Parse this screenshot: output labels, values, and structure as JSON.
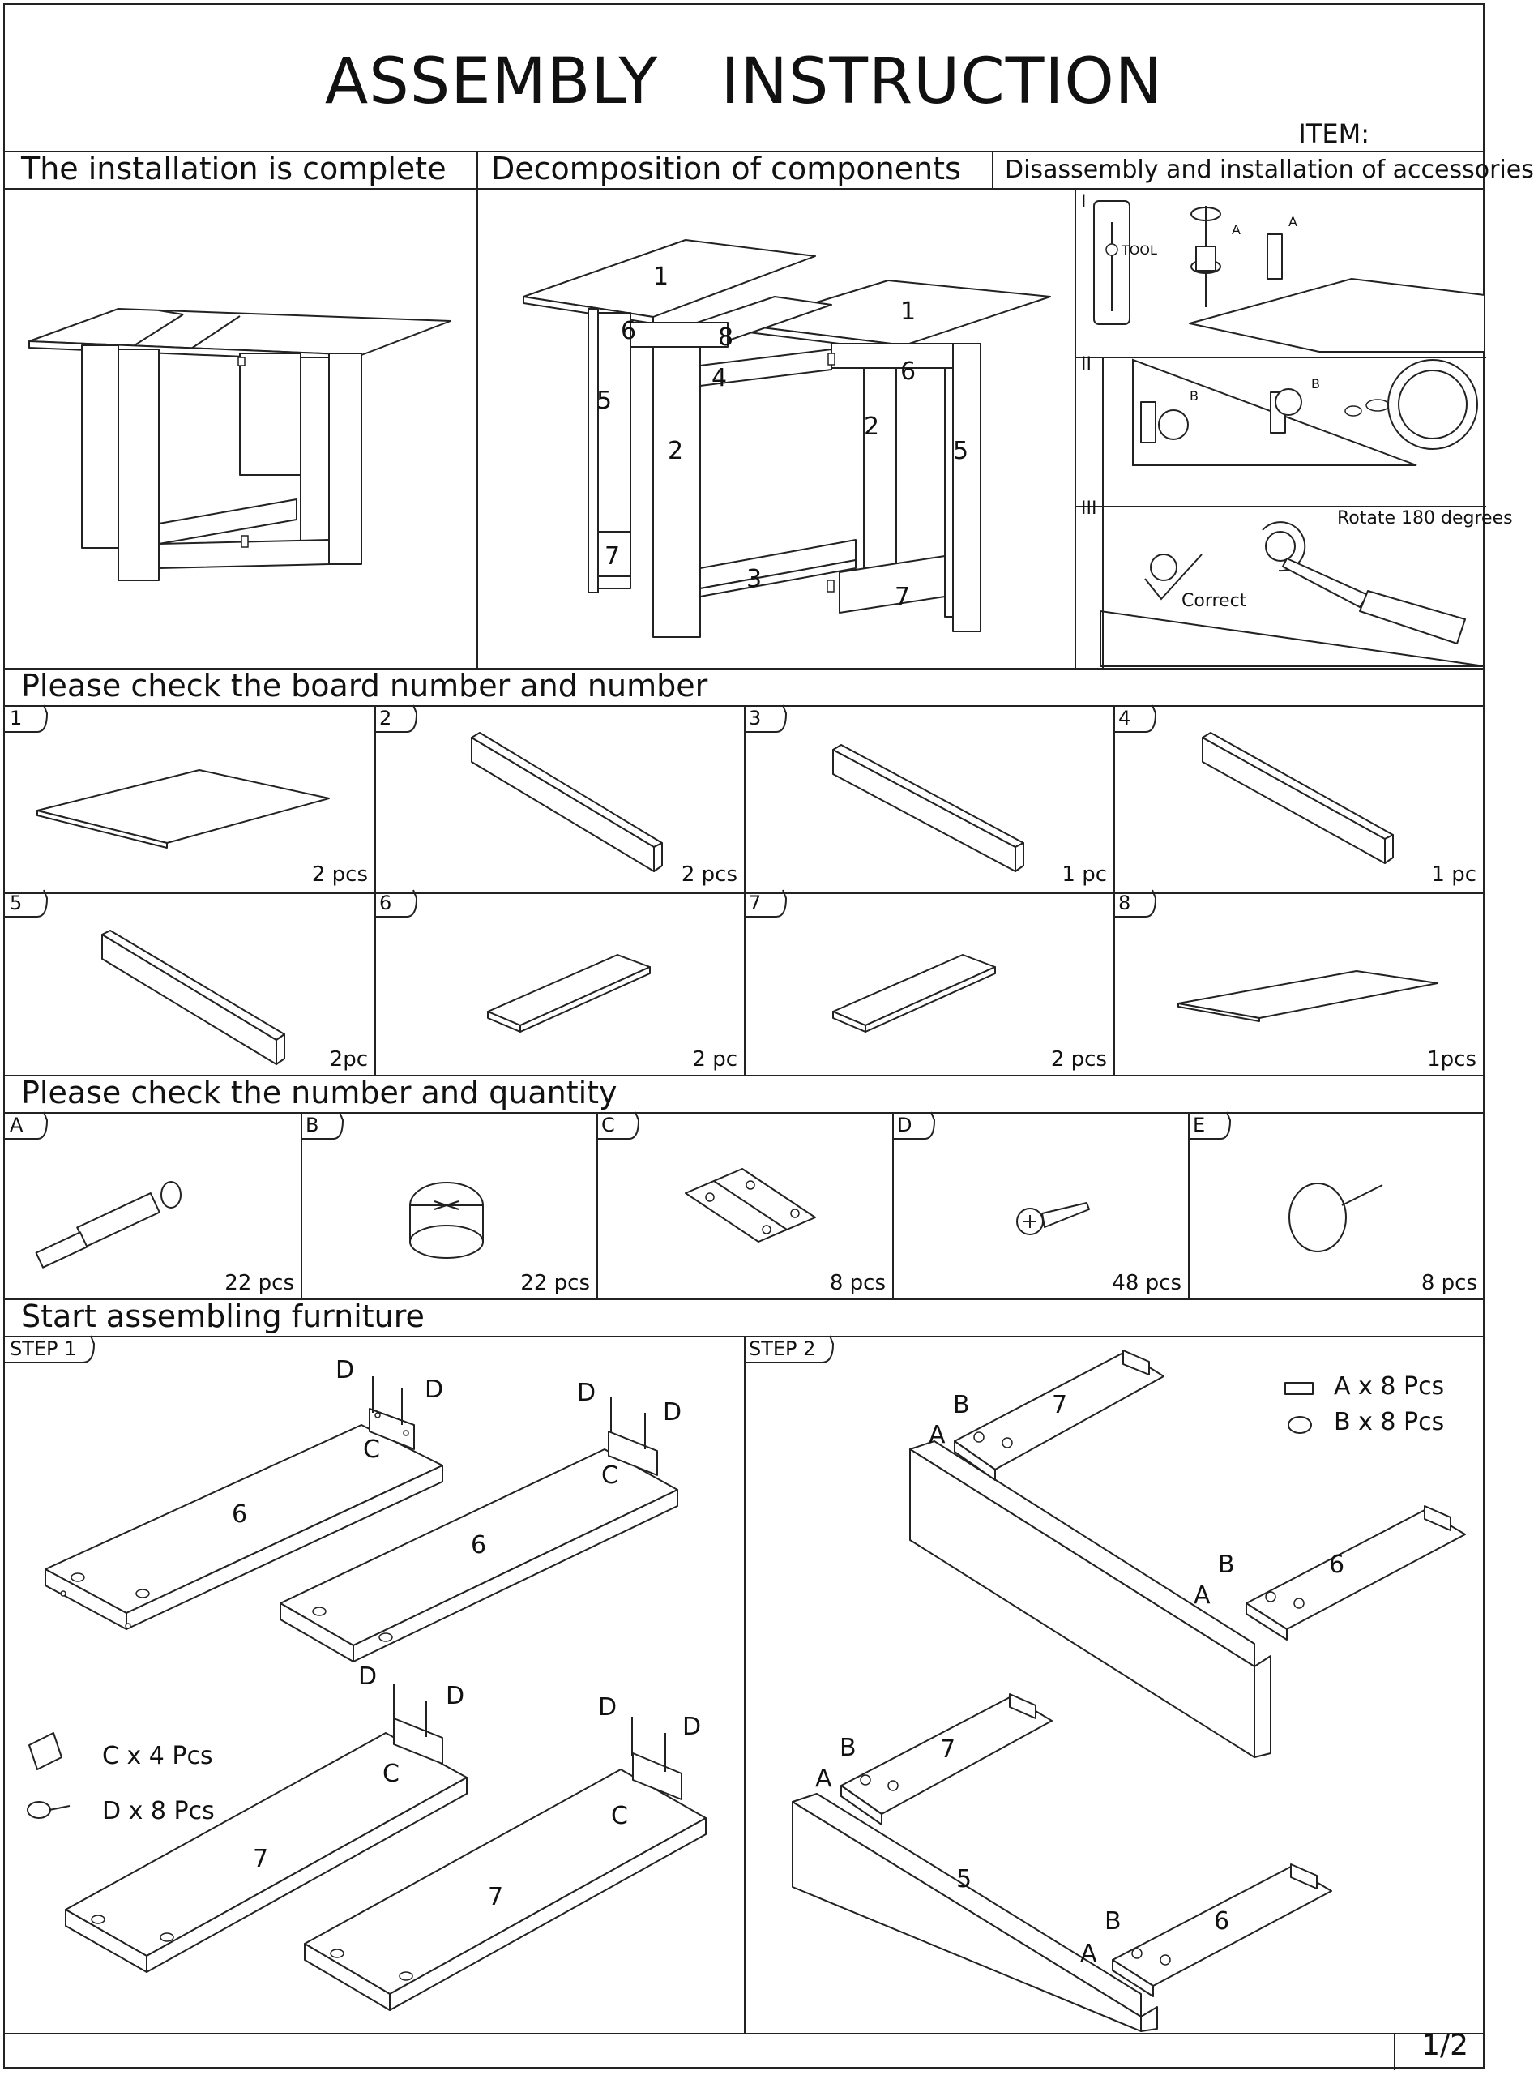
{
  "header": {
    "title": "ASSEMBLY   INSTRUCTION",
    "item_label": "ITEM:"
  },
  "section1": {
    "col1": "The installation is complete",
    "col2": "Decomposition of components",
    "col3": "Disassembly and installation of accessories",
    "steps": {
      "i": "I",
      "ii": "II",
      "iii": "III",
      "tool": "TOOL",
      "a": "A",
      "b": "B",
      "correct": "Correct",
      "rotate": "Rotate 180 degrees"
    },
    "exploded_labels": {
      "n1": "1",
      "n2": "2",
      "n3": "3",
      "n4": "4",
      "n5": "5",
      "n6": "6",
      "n7": "7",
      "n8": "8"
    }
  },
  "boards": {
    "heading": "Please check the board number and number",
    "items": [
      {
        "id": "1",
        "qty": "2 pcs"
      },
      {
        "id": "2",
        "qty": "2 pcs"
      },
      {
        "id": "3",
        "qty": "1 pc"
      },
      {
        "id": "4",
        "qty": "1 pc"
      },
      {
        "id": "5",
        "qty": "2pc"
      },
      {
        "id": "6",
        "qty": "2 pc"
      },
      {
        "id": "7",
        "qty": "2 pcs"
      },
      {
        "id": "8",
        "qty": "1pcs"
      }
    ]
  },
  "hardware": {
    "heading": "Please check the number and quantity",
    "items": [
      {
        "id": "A",
        "qty": "22 pcs",
        "icon": "cam-bolt-icon"
      },
      {
        "id": "B",
        "qty": "22 pcs",
        "icon": "cam-lock-icon"
      },
      {
        "id": "C",
        "qty": "8 pcs",
        "icon": "hinge-icon"
      },
      {
        "id": "D",
        "qty": "48 pcs",
        "icon": "screw-icon"
      },
      {
        "id": "E",
        "qty": "8 pcs",
        "icon": "cap-nail-icon"
      }
    ]
  },
  "assembly": {
    "heading": "Start assembling furniture",
    "step1": {
      "label": "STEP 1",
      "c_qty": "C x 4 Pcs",
      "d_qty": "D x 8 Pcs",
      "c": "C",
      "d": "D",
      "p6": "6",
      "p7": "7"
    },
    "step2": {
      "label": "STEP 2",
      "a_qty": "A x 8 Pcs",
      "b_qty": "B x 8 Pcs",
      "a": "A",
      "b": "B",
      "p5": "5",
      "p6": "6",
      "p7": "7"
    }
  },
  "footer": {
    "page": "1/2"
  }
}
